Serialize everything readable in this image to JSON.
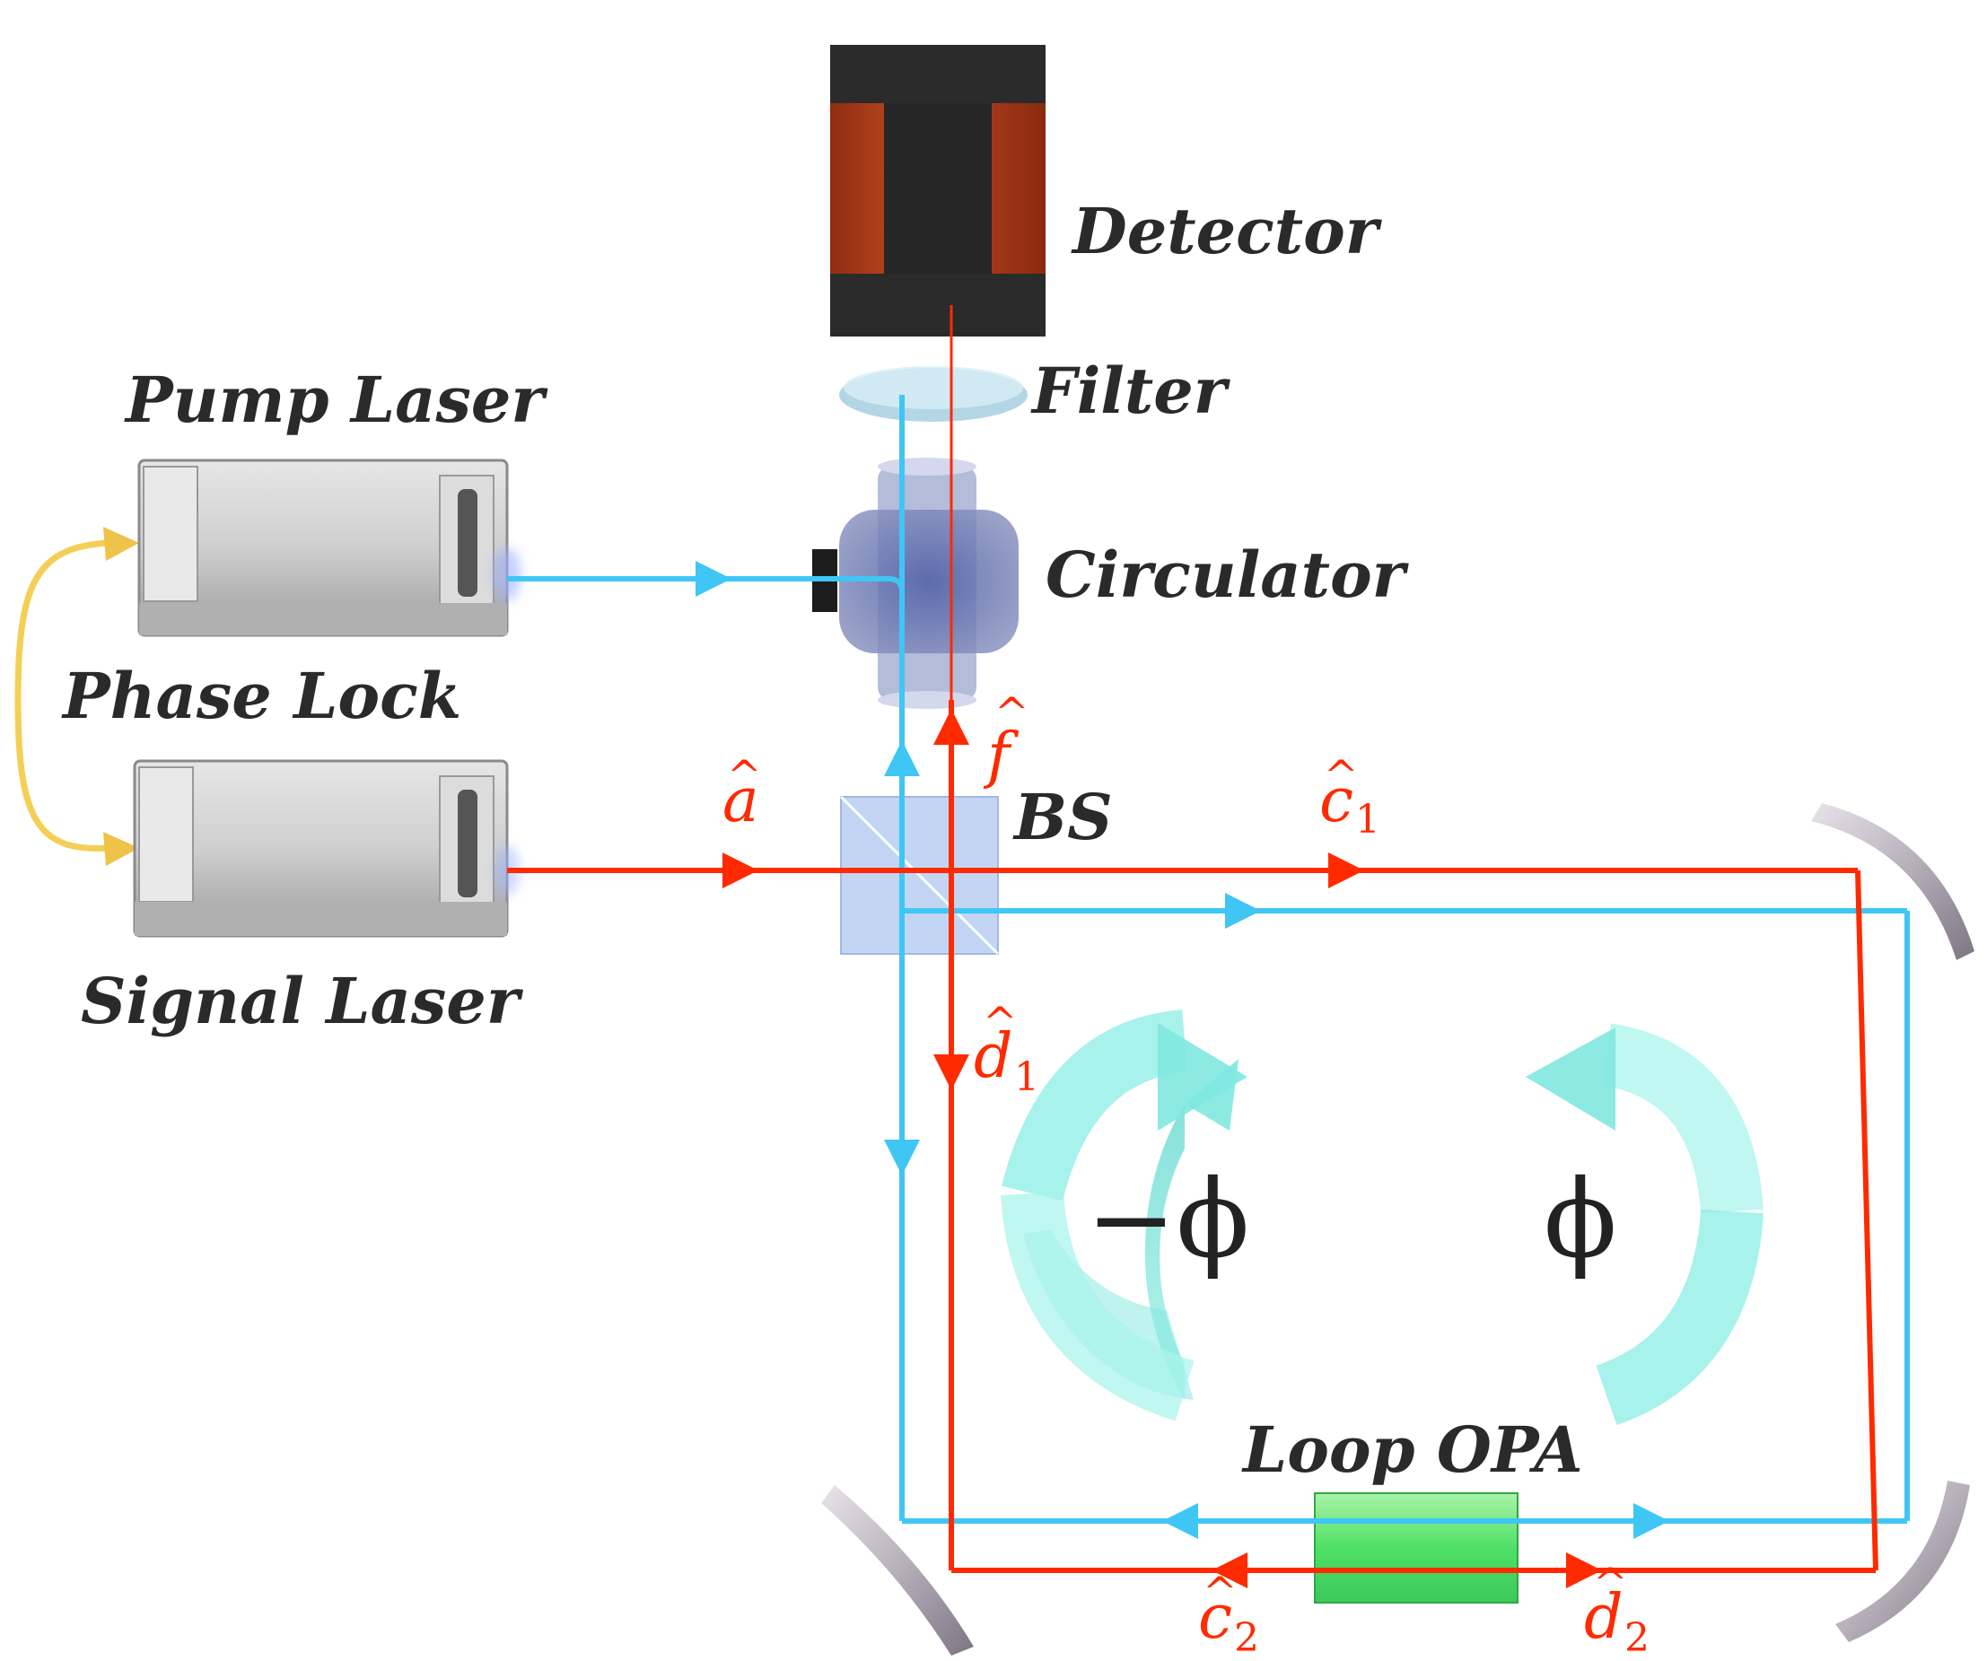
{
  "labels": {
    "detector": "Detector",
    "filter": "Filter",
    "pump_laser": "Pump Laser",
    "circulator": "Circulator",
    "phase_lock": "Phase Lock",
    "signal_laser": "Signal Laser",
    "bs": "BS",
    "loop_opa": "Loop OPA"
  },
  "symbols": {
    "f": {
      "base": "f",
      "hat": "^",
      "sub": ""
    },
    "a": {
      "base": "a",
      "hat": "^",
      "sub": ""
    },
    "c1": {
      "base": "c",
      "hat": "^",
      "sub": "1"
    },
    "d1": {
      "base": "d",
      "hat": "^",
      "sub": "1"
    },
    "c2": {
      "base": "c",
      "hat": "^",
      "sub": "2"
    },
    "d2": {
      "base": "d",
      "hat": "^",
      "sub": "2"
    }
  },
  "phases": {
    "left": "−ϕ",
    "right": "ϕ"
  },
  "colors": {
    "red_beam": "#ff2a00",
    "blue_beam": "#3fc6f5",
    "phase_arrow": "#7fe8e0",
    "phase_lock_arrow": "#f3cf55",
    "crystal": "#55e26a",
    "laser_body": "#c9c9c9",
    "mirror": "#b9b4bd"
  },
  "icons": {
    "detector": "detector-icon",
    "filter": "filter-icon",
    "circulator": "circulator-icon",
    "laser": "laser-icon",
    "beam_splitter": "beam-splitter-icon",
    "mirror": "mirror-icon",
    "crystal": "nonlinear-crystal-icon"
  }
}
